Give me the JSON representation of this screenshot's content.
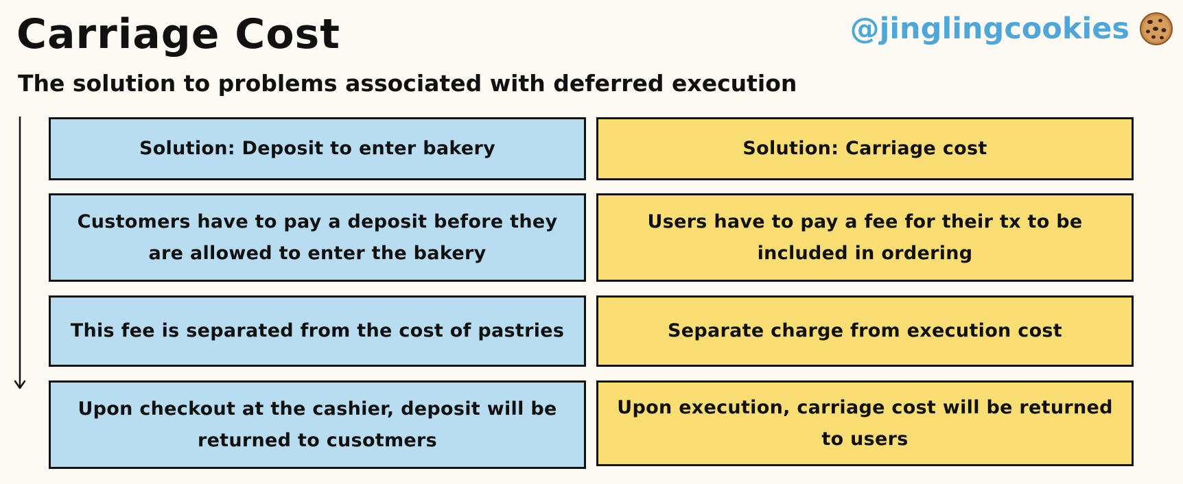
{
  "header": {
    "title": "Carriage Cost",
    "subtitle": "The solution to problems associated with deferred execution",
    "handle": "@jinglingcookies",
    "handle_color": "#4fa7d8",
    "brand_icon": "cookie-icon"
  },
  "colors": {
    "left_column": "#b8ddf1",
    "right_column": "#f9df73",
    "background": "#fdfaf3",
    "border": "#111111"
  },
  "left_column": [
    "Solution: Deposit to enter bakery",
    "Customers have to pay a deposit before they are allowed to enter the bakery",
    "This fee is separated from the cost of pastries",
    "Upon checkout at the cashier, deposit will be returned to cusotmers"
  ],
  "right_column": [
    "Solution: Carriage cost",
    "Users have to pay a fee for their tx to be included in ordering",
    "Separate charge from execution cost",
    "Upon execution, carriage cost will be returned to users"
  ]
}
